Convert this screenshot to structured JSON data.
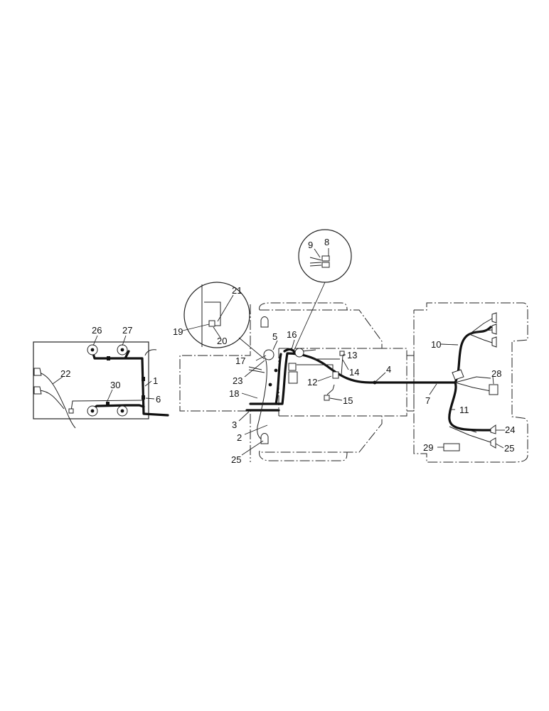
{
  "figure": {
    "callouts": {
      "c1": "1",
      "c2": "2",
      "c3": "3",
      "c4": "4",
      "c5": "5",
      "c6": "6",
      "c7": "7",
      "c8": "8",
      "c9": "9",
      "c10": "10",
      "c11": "11",
      "c12": "12",
      "c13": "13",
      "c14": "14",
      "c15": "15",
      "c16": "16",
      "c17": "17",
      "c18": "18",
      "c19": "19",
      "c20": "20",
      "c21": "21",
      "c22": "22",
      "c23": "23",
      "c24": "24",
      "c25a": "25",
      "c25b": "25",
      "c26": "26",
      "c27": "27",
      "c28": "28",
      "c29": "29",
      "c30": "30"
    }
  }
}
